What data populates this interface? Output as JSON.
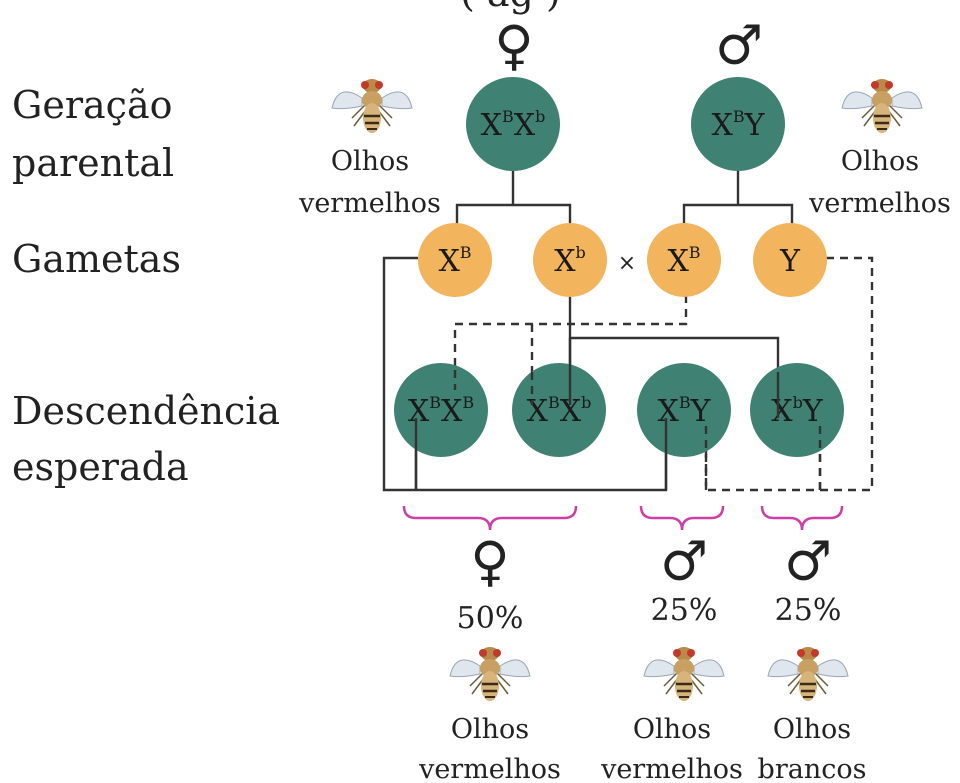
{
  "header": {
    "partial_title": "(                    ag       )"
  },
  "row_labels": {
    "parental": [
      "Geração",
      "parental"
    ],
    "gametes": "Gametas",
    "offspring": [
      "Descendência",
      "esperada"
    ]
  },
  "parents": {
    "female": {
      "symbol": "♀",
      "genotype": [
        "X",
        "B",
        "X",
        "b"
      ],
      "phenotype": [
        "Olhos",
        "vermelhos"
      ]
    },
    "male": {
      "symbol": "♂",
      "genotype": [
        "X",
        "B",
        "Y"
      ],
      "phenotype": [
        "Olhos",
        "vermelhos"
      ]
    }
  },
  "gametes": {
    "g1": [
      "X",
      "B"
    ],
    "g2": [
      "X",
      "b"
    ],
    "cross": "×",
    "g3": [
      "X",
      "B"
    ],
    "g4": "Y"
  },
  "offspring": {
    "o1": [
      "X",
      "B",
      "X",
      "B"
    ],
    "o2": [
      "X",
      "B",
      "X",
      "b"
    ],
    "o3": [
      "X",
      "B",
      "Y"
    ],
    "o4": [
      "X",
      "b",
      "Y"
    ]
  },
  "summary": [
    {
      "symbol": "♀",
      "percent": "50%",
      "phenotype": [
        "Olhos",
        "vermelhos"
      ]
    },
    {
      "symbol": "♂",
      "percent": "25%",
      "phenotype": [
        "Olhos",
        "vermelhos"
      ]
    },
    {
      "symbol": "♂",
      "percent": "25%",
      "phenotype": [
        "Olhos",
        "brancos"
      ]
    }
  ],
  "colors": {
    "parent_offspring_circle": "#3f8273",
    "gamete_circle": "#f2b45c",
    "brace": "#cc3fa6"
  },
  "icons": [
    "fruit-fly-icon"
  ]
}
